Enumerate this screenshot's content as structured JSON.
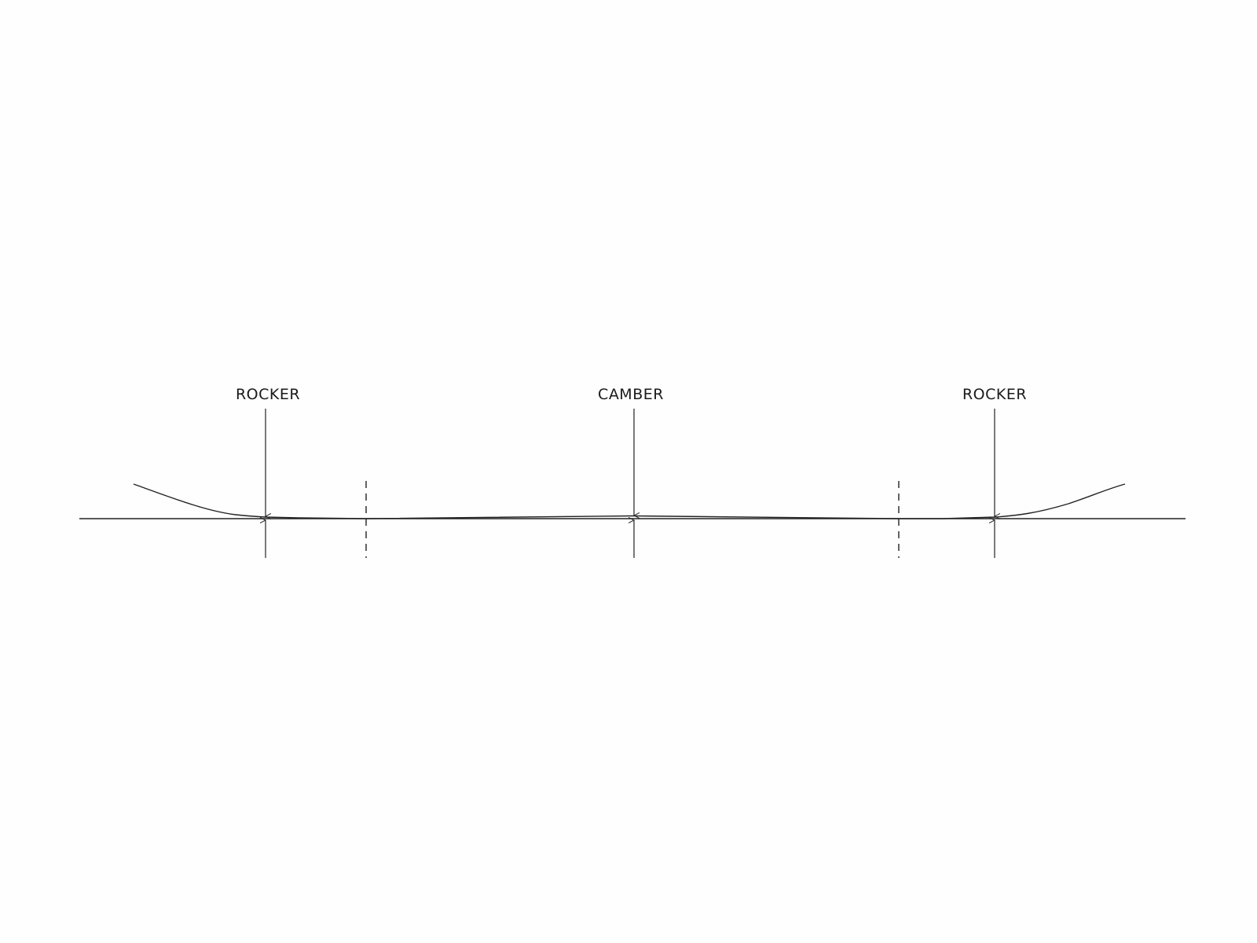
{
  "diagram": {
    "labels": {
      "left": "ROCKER",
      "center": "CAMBER",
      "right": "ROCKER"
    },
    "zones": [
      "rocker",
      "camber",
      "rocker"
    ],
    "colors": {
      "background": "#fefefe",
      "ink": "#222222"
    }
  }
}
